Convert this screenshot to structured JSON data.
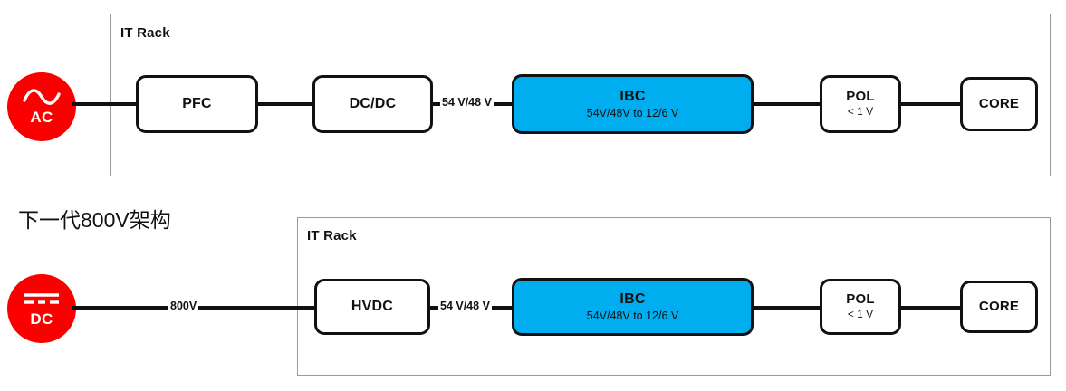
{
  "diagram": {
    "section_title": "下一代800V架构",
    "accent_color": "#00adef",
    "source_color": "#fa0000",
    "line_color": "#111111",
    "rack_border_color": "#9a9a9a"
  },
  "rows": {
    "top": {
      "rack_label": "IT Rack",
      "source": {
        "label": "AC",
        "symbol": "sine-wave"
      },
      "blocks": [
        {
          "title": "PFC",
          "sub": ""
        },
        {
          "title": "DC/DC",
          "sub": ""
        },
        {
          "title": "IBC",
          "sub": "54V/48V to 12/6 V"
        },
        {
          "title": "POL",
          "sub": "< 1 V"
        },
        {
          "title": "CORE",
          "sub": ""
        }
      ],
      "wire_labels": [
        {
          "text": "54 V/48 V"
        }
      ]
    },
    "bottom": {
      "rack_label": "IT Rack",
      "source": {
        "label": "DC",
        "symbol": "dc-bars"
      },
      "blocks": [
        {
          "title": "HVDC",
          "sub": ""
        },
        {
          "title": "IBC",
          "sub": "54V/48V to 12/6 V"
        },
        {
          "title": "POL",
          "sub": "< 1 V"
        },
        {
          "title": "CORE",
          "sub": ""
        }
      ],
      "wire_labels": [
        {
          "text": "800V"
        },
        {
          "text": "54 V/48 V"
        }
      ]
    }
  }
}
